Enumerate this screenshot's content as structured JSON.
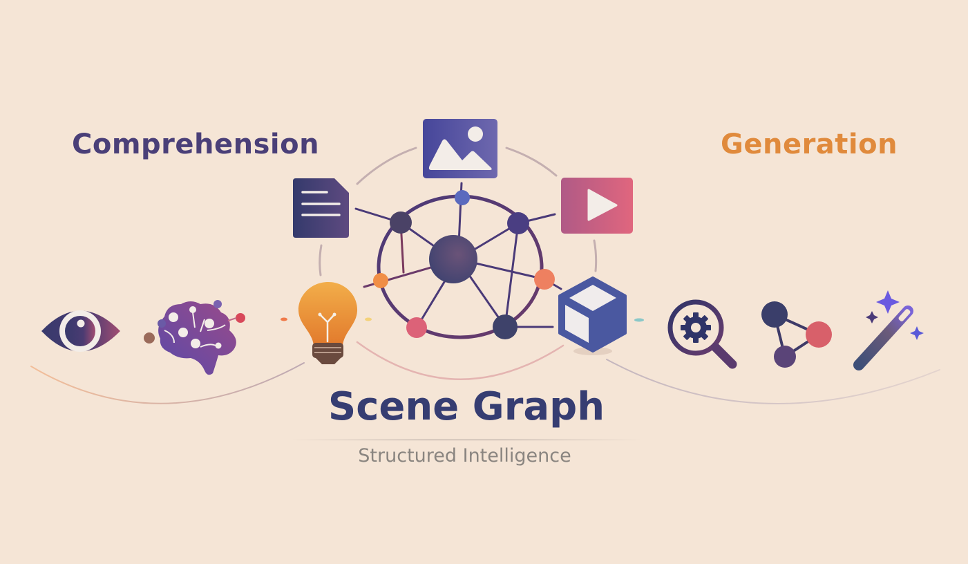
{
  "labels": {
    "left": "Comprehension",
    "right": "Generation"
  },
  "title": "Scene Graph",
  "subtitle": "Structured Intelligence",
  "colors": {
    "background": "#f5e5d6",
    "comprehension_text": "#4a3f78",
    "generation_text": "#e08a3c",
    "title_text": "#363d72",
    "subtitle_text": "#8a8580",
    "node_dark": "#4a4570",
    "node_orange": "#f08a4a",
    "node_pink": "#d9627a",
    "node_blue": "#5a6fbf"
  },
  "icons": {
    "left": [
      "eye-icon",
      "brain-icon",
      "lightbulb-icon"
    ],
    "top": [
      "document-icon",
      "image-icon",
      "video-play-icon"
    ],
    "center": "scene-graph-network-icon",
    "right": [
      "cube-3d-icon",
      "search-gear-icon",
      "graph-nodes-icon",
      "magic-wand-icon"
    ]
  }
}
